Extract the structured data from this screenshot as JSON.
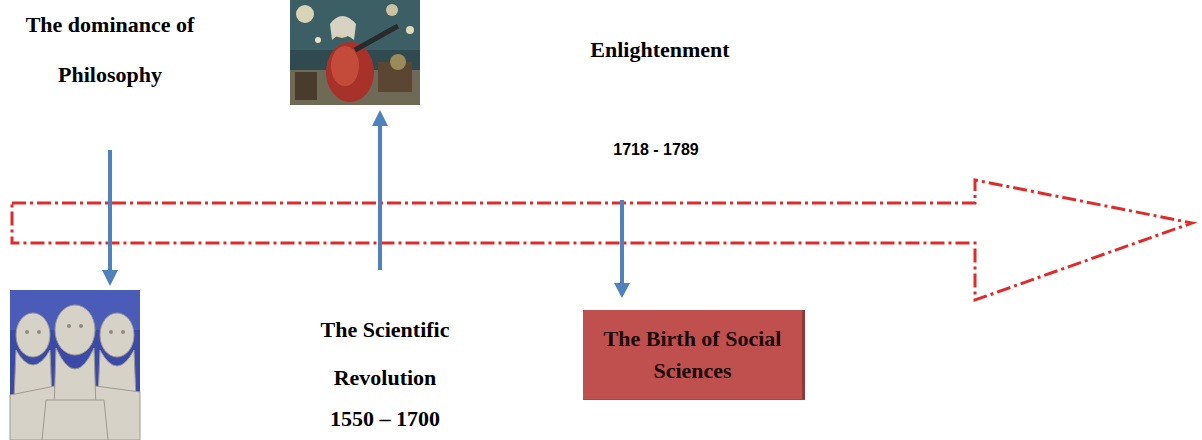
{
  "diagram": {
    "nodes": [
      {
        "text": [
          "The Birth of Social Sciences"
        ]
      }
    ],
    "labels": [
      "The dominance of Philosophy",
      "Enlightenment",
      "1718 - 1789",
      "The Scientific Revolution",
      "1550 – 1700"
    ]
  }
}
